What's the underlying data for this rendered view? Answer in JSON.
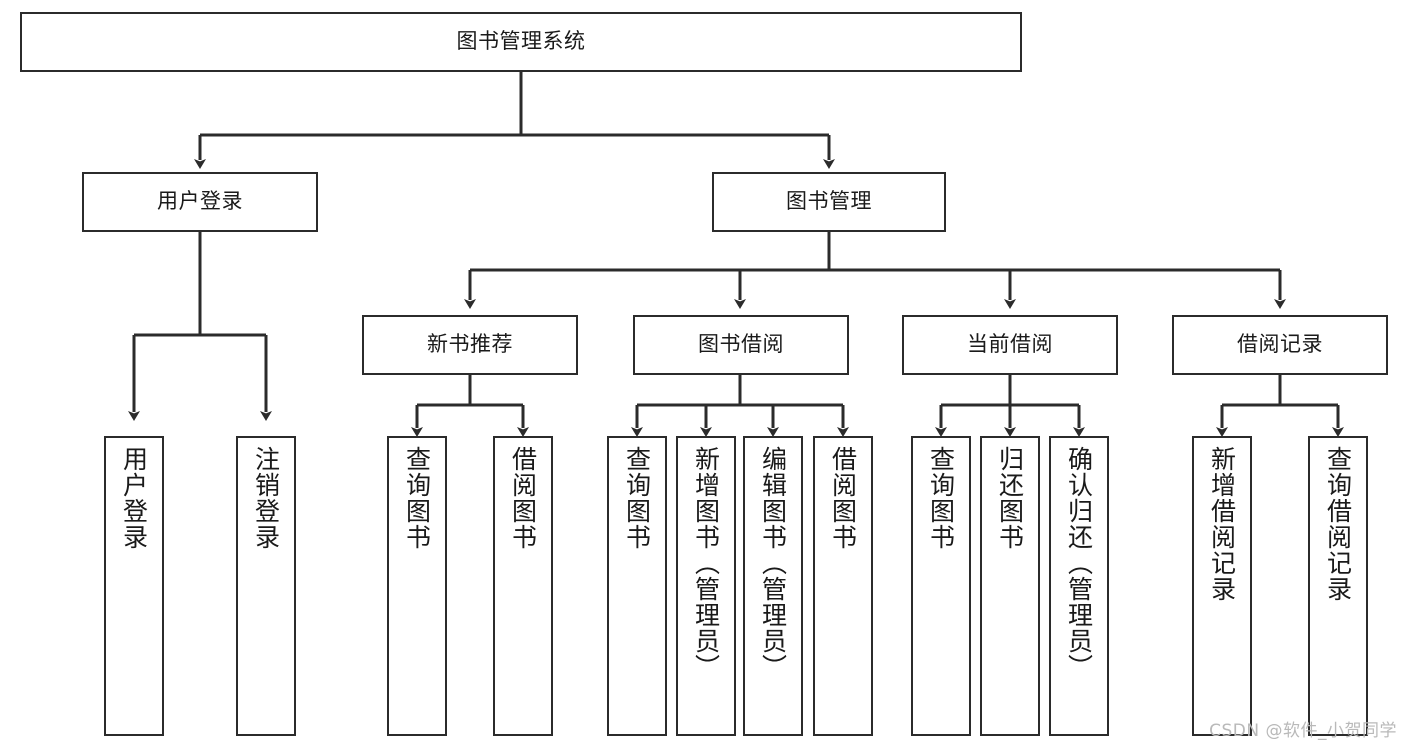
{
  "diagram": {
    "title": "图书管理系统",
    "type": "tree-hierarchy",
    "colors": {
      "box_border": "#2b2b2b",
      "box_fill": "#ffffff",
      "connector": "#2b2b2b",
      "text": "#1a1a1a",
      "watermark": "#b9b9b9"
    }
  },
  "root": {
    "label": "图书管理系统"
  },
  "level1": [
    {
      "label": "用户登录"
    },
    {
      "label": "图书管理"
    }
  ],
  "level2": [
    {
      "label": "新书推荐"
    },
    {
      "label": "图书借阅"
    },
    {
      "label": "当前借阅"
    },
    {
      "label": "借阅记录"
    }
  ],
  "leaves": {
    "user_login": [
      {
        "label": "用户登录"
      },
      {
        "label": "注销登录"
      }
    ],
    "new_book_recommend": [
      {
        "label": "查询图书"
      },
      {
        "label": "借阅图书"
      }
    ],
    "book_borrow": [
      {
        "label": "查询图书"
      },
      {
        "label": "新增图书（管理员）"
      },
      {
        "label": "编辑图书（管理员）"
      },
      {
        "label": "借阅图书"
      }
    ],
    "current_borrow": [
      {
        "label": "查询图书"
      },
      {
        "label": "归还图书"
      },
      {
        "label": "确认归还（管理员）"
      }
    ],
    "borrow_record": [
      {
        "label": "新增借阅记录"
      },
      {
        "label": "查询借阅记录"
      }
    ]
  },
  "watermark": {
    "text": "CSDN @软件_小贺同学"
  }
}
